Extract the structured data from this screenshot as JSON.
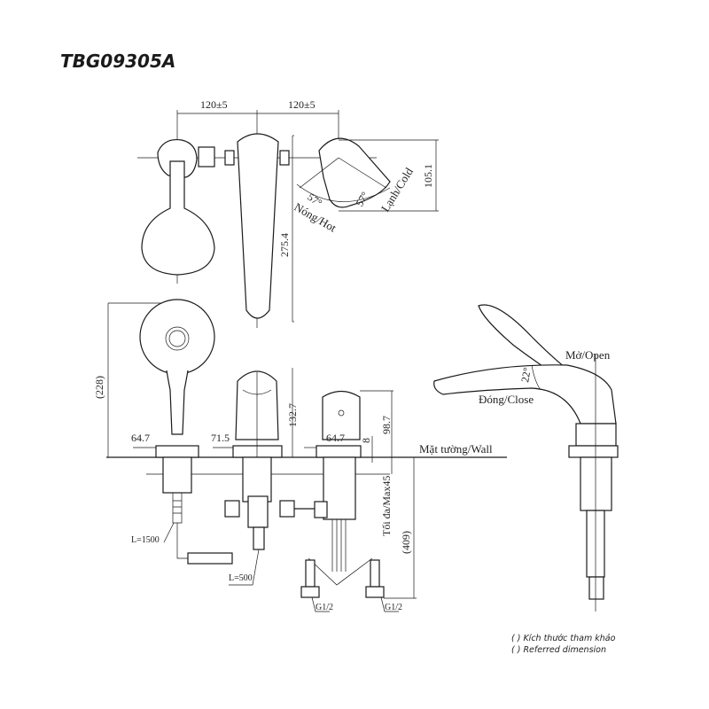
{
  "title": "TBG09305A",
  "top_view": {
    "dim_left": "120±5",
    "dim_right": "120±5",
    "handle_depth": "105.1",
    "spout_length": "275.4",
    "angle_hot": "57°",
    "angle_cold": "57°",
    "hot_label": "Nóng/Hot",
    "cold_label": "Lạnh/Cold"
  },
  "front_view": {
    "shower_height": "(228)",
    "shower_base": "64.7",
    "spout_base": "71.5",
    "handle_base": "64.7",
    "handle_gap": "8",
    "spout_height": "132.7",
    "handle_height": "98.7",
    "wall_label": "Mặt tường/Wall",
    "max_thickness": "Tối đa/Max45",
    "below_depth": "(409)",
    "hose_long": "L=1500",
    "hose_short": "L=500",
    "inlet_left": "G1/2",
    "inlet_right": "G1/2"
  },
  "side_view": {
    "open_label": "Mở/Open",
    "angle": "22°",
    "close_label": "Đóng/Close"
  },
  "notes": [
    "( ) Kích thước tham khảo",
    "( ) Referred dimension"
  ]
}
